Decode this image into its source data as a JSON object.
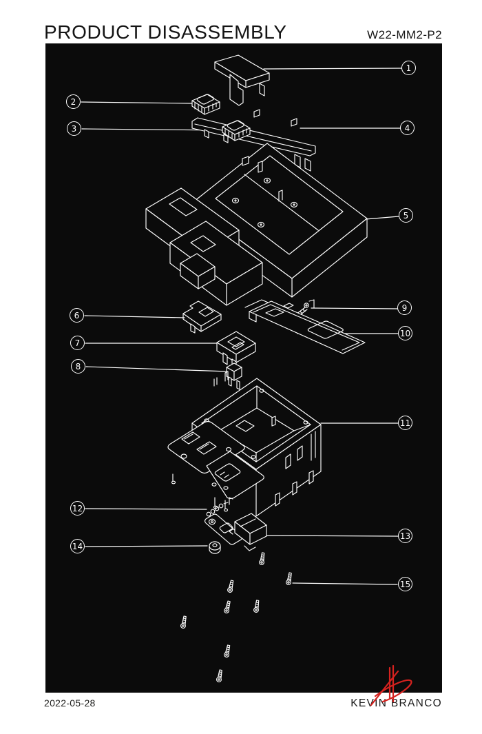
{
  "header": {
    "title": "PRODUCT DISASSEMBLY",
    "part_number": "W22-MM2-P2"
  },
  "diagram": {
    "type": "exploded-view",
    "callouts": [
      {
        "number": "1"
      },
      {
        "number": "2"
      },
      {
        "number": "3"
      },
      {
        "number": "4"
      },
      {
        "number": "5"
      },
      {
        "number": "6"
      },
      {
        "number": "7"
      },
      {
        "number": "8"
      },
      {
        "number": "9"
      },
      {
        "number": "10"
      },
      {
        "number": "11"
      },
      {
        "number": "12"
      },
      {
        "number": "13"
      },
      {
        "number": "14"
      },
      {
        "number": "15"
      }
    ]
  },
  "footer": {
    "date": "2022-05-28",
    "author": "KEVIN BRANCO"
  },
  "colors": {
    "background": "#ffffff",
    "canvas": "#0b0b0b",
    "line": "#ffffff",
    "logo_red": "#d6221f",
    "text": "#141414"
  }
}
